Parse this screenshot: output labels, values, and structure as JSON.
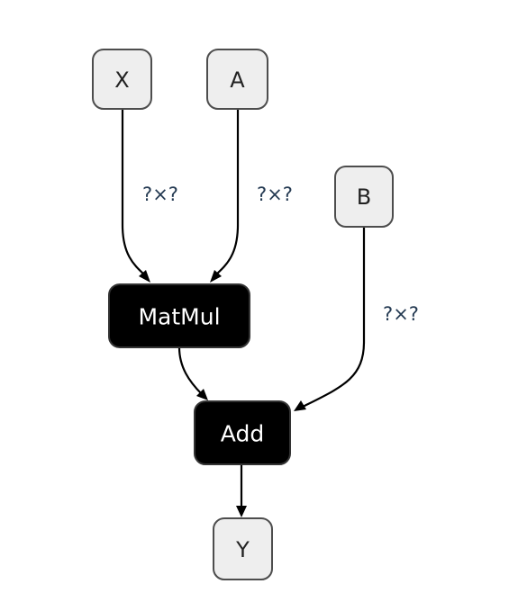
{
  "nodes": {
    "x": "X",
    "a": "A",
    "b": "B",
    "matmul": "MatMul",
    "add": "Add",
    "y": "Y"
  },
  "edge_labels": {
    "x_to_matmul": "?×?",
    "a_to_matmul": "?×?",
    "b_to_add": "?×?"
  }
}
